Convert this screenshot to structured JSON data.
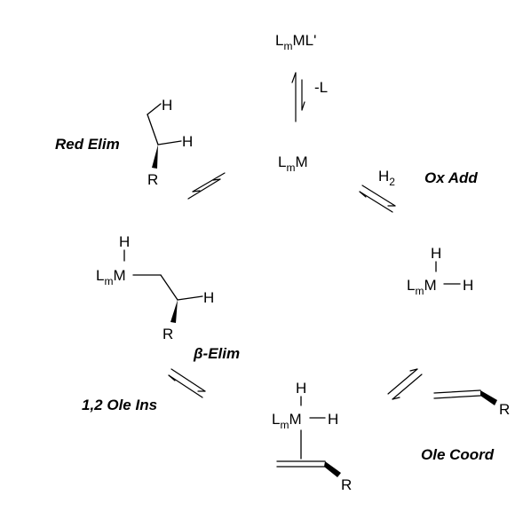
{
  "species": {
    "lmml": {
      "pre": "L",
      "sub": "m",
      "post": "ML'"
    },
    "lmm": {
      "pre": "L",
      "sub": "m",
      "post": "M"
    },
    "dihydride": {
      "h_top": "H",
      "pre": "L",
      "sub": "m",
      "metal": "M",
      "h_right": "H"
    },
    "olefin_complex": {
      "h_top": "H",
      "pre": "L",
      "sub": "m",
      "metal": "M",
      "h_right": "H",
      "r": "R"
    },
    "alkyl_hydride": {
      "h_top": "H",
      "pre": "L",
      "sub": "m",
      "metal": "M",
      "h_right": "H",
      "r": "R"
    },
    "alkane": {
      "h_top": "H",
      "h_right": "H",
      "r": "R"
    },
    "free_olefin": {
      "r": "R"
    }
  },
  "reagents": {
    "minus_l": "-L",
    "h2": {
      "main": "H",
      "sub": "2"
    }
  },
  "labels": {
    "red_elim": "Red Elim",
    "ox_add": "Ox Add",
    "beta_elim": "β-Elim",
    "ole_ins": "1,2 Ole Ins",
    "ole_coord": "Ole Coord"
  }
}
